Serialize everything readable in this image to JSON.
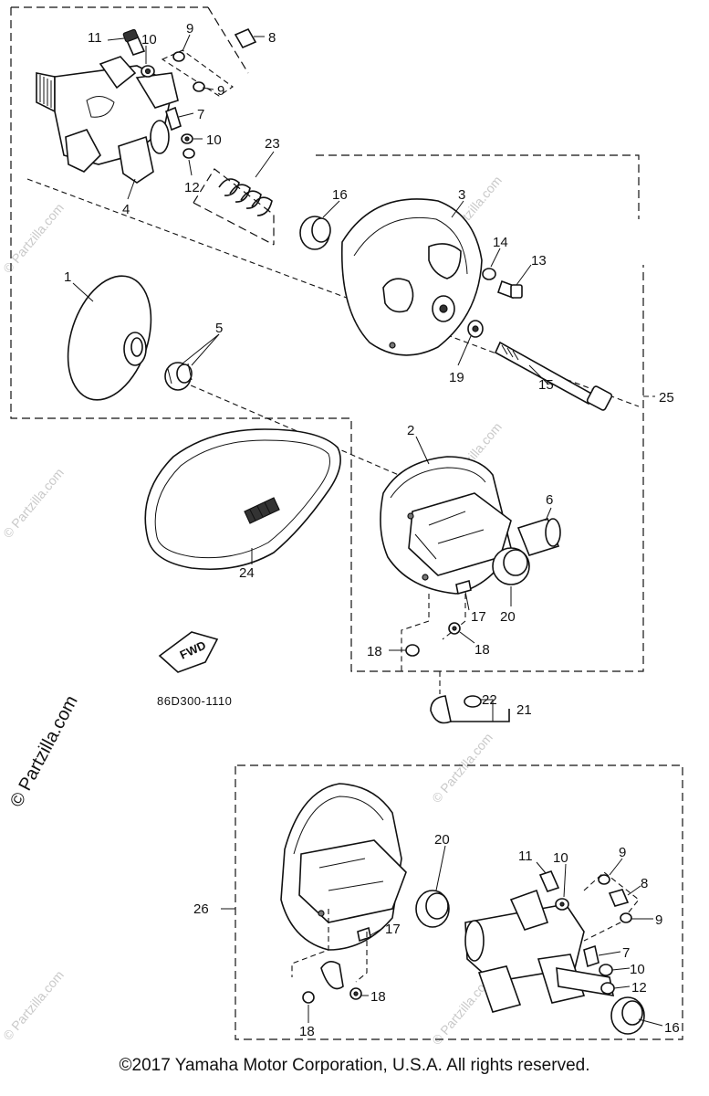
{
  "diagram": {
    "code": "86D300-1110",
    "fwd_label": "FWD",
    "side_watermark": "© Partzilla.com",
    "watermark": "© Partzilla.com",
    "callouts": {
      "p1": "1",
      "p2": "2",
      "p3": "3",
      "p4": "4",
      "p5": "5",
      "p6": "6",
      "p7a": "7",
      "p8a": "8",
      "p9a": "9",
      "p9b": "9",
      "p10a": "10",
      "p10b": "10",
      "p11a": "11",
      "p12a": "12",
      "p13": "13",
      "p14": "14",
      "p15": "15",
      "p16a": "16",
      "p17a": "17",
      "p18a": "18",
      "p18b": "18",
      "p19": "19",
      "p20a": "20",
      "p21": "21",
      "p22": "22",
      "p23": "23",
      "p24": "24",
      "p25": "25",
      "p26": "26",
      "p20b": "20",
      "p17b": "17",
      "p11b": "11",
      "p10c": "10",
      "p9c": "9",
      "p8b": "8",
      "p9d": "9",
      "p7b": "7",
      "p10d": "10",
      "p12b": "12",
      "p16b": "16",
      "p18c": "18",
      "p18d": "18"
    }
  },
  "footer": {
    "copyright": "©2017 Yamaha Motor Corporation, U.S.A. All rights reserved."
  }
}
